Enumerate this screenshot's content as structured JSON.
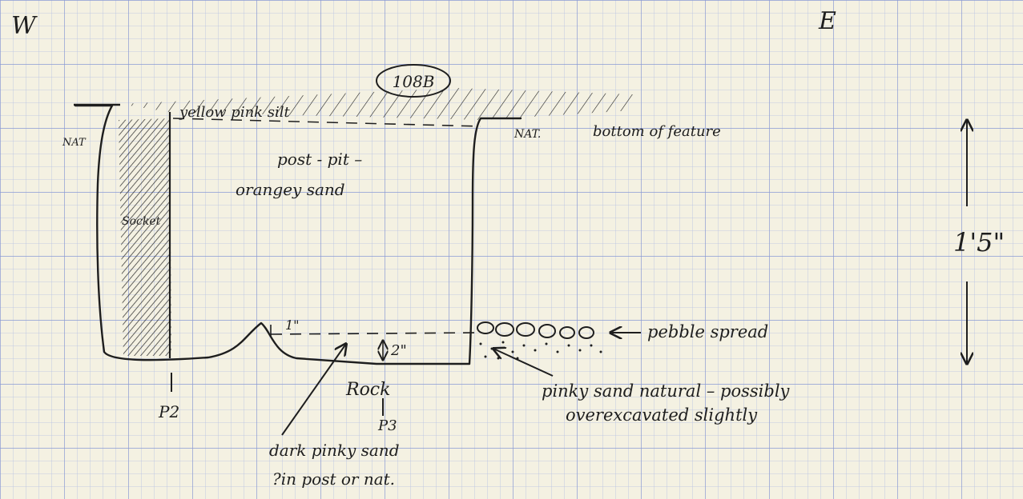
{
  "diagram": {
    "compass": {
      "west": "W",
      "east": "E"
    },
    "context_number": "108B",
    "labels": {
      "nat_left": "NAT",
      "yellow_pink_silt": "yellow pink silt",
      "nat_right": "NAT.",
      "bottom_of_feature": "bottom of feature",
      "post_pit_line1": "post - pit –",
      "post_pit_line2": "orangey sand",
      "socket": "Socket",
      "pebble_spread": "pebble spread",
      "pinky_sand_line1": "pinky sand natural – possibly",
      "pinky_sand_line2": "overexcavated slightly",
      "rock": "Rock",
      "p2": "P2",
      "p3": "P3",
      "dark_sand_line1": "dark pinky sand",
      "dark_sand_line2": "?in post or nat.",
      "dim_one_inch": "1\"",
      "dim_two_inch": "2\"",
      "depth": "1'5\""
    },
    "colors": {
      "ink": "#1e1e1e",
      "grid_minor": "#b4c0e4",
      "grid_major": "#8a9ad4",
      "paper": "#f4f1e2"
    }
  }
}
